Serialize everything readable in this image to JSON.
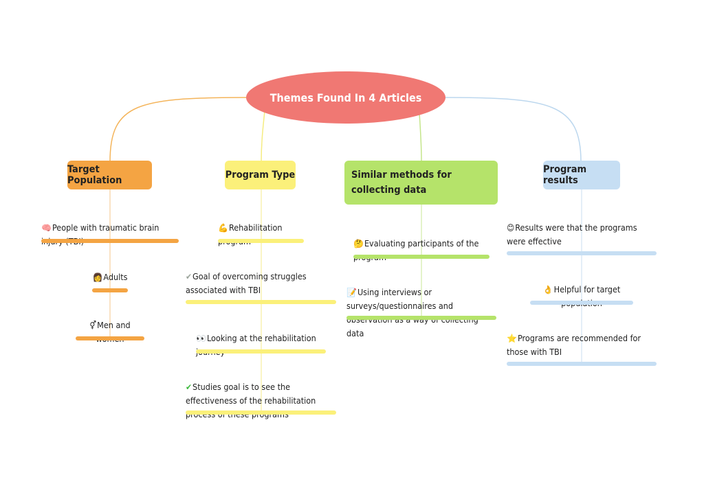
{
  "root": {
    "title": "Themes Found In 4 Articles",
    "color": "#f07873"
  },
  "branches": [
    {
      "title": "Target Population",
      "color": "#f4a443",
      "items": [
        {
          "icon": "🧠",
          "icon_name": "brain-icon",
          "text": "People with traumatic brain injury (TBI)"
        },
        {
          "icon": "👩",
          "icon_name": "person-icon",
          "text": "Adults"
        },
        {
          "icon": "⚥",
          "icon_name": "gender-icon",
          "text": "Men and women"
        }
      ]
    },
    {
      "title": "Program Type",
      "color": "#fbf07a",
      "items": [
        {
          "icon": "💪",
          "icon_name": "flexed-biceps-icon",
          "text": "Rehabilitation program"
        },
        {
          "icon": "✔",
          "icon_name": "check-mark-icon",
          "text": "Goal of overcoming struggles associated with TBI"
        },
        {
          "icon": "👀",
          "icon_name": "eyes-icon",
          "text": "Looking at the rehabilitation journey"
        },
        {
          "icon": "✔",
          "icon_name": "green-check-icon",
          "text": "Studies goal is to see the effectiveness of the rehabilitation process of these programs"
        }
      ]
    },
    {
      "title": "Similar methods for collecting data",
      "color": "#b5e36a",
      "items": [
        {
          "icon": "🤔",
          "icon_name": "thinking-face-icon",
          "text": "Evaluating participants of the program"
        },
        {
          "icon": "📝",
          "icon_name": "memo-icon",
          "text": "Using interviews or surveys/questionnaires and observation as a way of collecting data"
        }
      ]
    },
    {
      "title": "Program results",
      "color": "#c6def3",
      "items": [
        {
          "icon": "😊",
          "icon_name": "smiling-face-icon",
          "text": "Results were that the programs were effective"
        },
        {
          "icon": "👌",
          "icon_name": "ok-hand-icon",
          "text": "Helpful for target population"
        },
        {
          "icon": "⭐",
          "icon_name": "star-icon",
          "text": "Programs are recommended for those with TBI"
        }
      ]
    }
  ]
}
